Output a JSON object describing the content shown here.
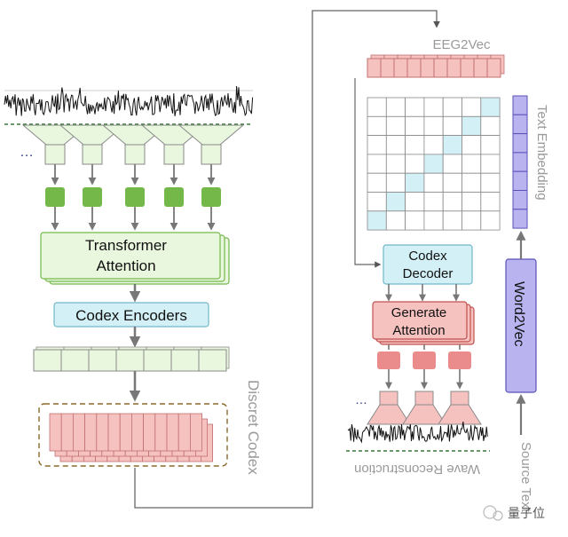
{
  "diagram": {
    "labels": {
      "transformer_line1": "Transformer",
      "transformer_line2": "Attention",
      "codex_encoders": "Codex Encoders",
      "discret_codex": "Discret Codex",
      "eeg2vec": "EEG2Vec",
      "text_embedding": "Text Embedding",
      "codex_decoder_line1": "Codex",
      "codex_decoder_line2": "Decoder",
      "generate_line1": "Generate",
      "generate_line2": "Attention",
      "word2vec": "Word2Vec",
      "wave_reconstruction": "Wave Reconstruction",
      "source_text": "Source Text",
      "ellipsis": "…",
      "watermark": "量子位"
    },
    "colors": {
      "green_light": "#e9f7de",
      "green_dark": "#74b84a",
      "cyan": "#d2f0f6",
      "pink": "#f6c2c0",
      "red": "#ea8c8b",
      "purple": "#b9b4f0",
      "grey_text": "#9a9a9a",
      "arrow": "#777777"
    }
  }
}
